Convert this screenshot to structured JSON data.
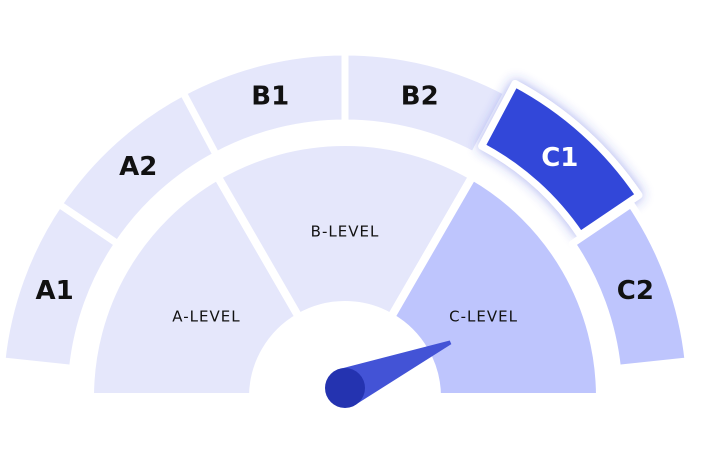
{
  "gauge": {
    "inner_levels": [
      {
        "label": "A-LEVEL",
        "color": "#E5E7FB"
      },
      {
        "label": "B-LEVEL",
        "color": "#E5E7FB"
      },
      {
        "label": "C-LEVEL",
        "color": "#BEC5FD"
      }
    ],
    "outer_levels": [
      {
        "label": "A1",
        "color": "#E5E7FB",
        "text_color": "#111111"
      },
      {
        "label": "A2",
        "color": "#E5E7FB",
        "text_color": "#111111"
      },
      {
        "label": "B1",
        "color": "#E5E7FB",
        "text_color": "#111111"
      },
      {
        "label": "B2",
        "color": "#E5E7FB",
        "text_color": "#111111"
      },
      {
        "label": "C1",
        "color": "#3347D9",
        "text_color": "#FFFFFF",
        "selected": true
      },
      {
        "label": "C2",
        "color": "#BEC5FD",
        "text_color": "#111111"
      }
    ],
    "needle_value_fraction": 0.87,
    "needle_color": "#4353D6",
    "hub_color": "#2433B0"
  }
}
